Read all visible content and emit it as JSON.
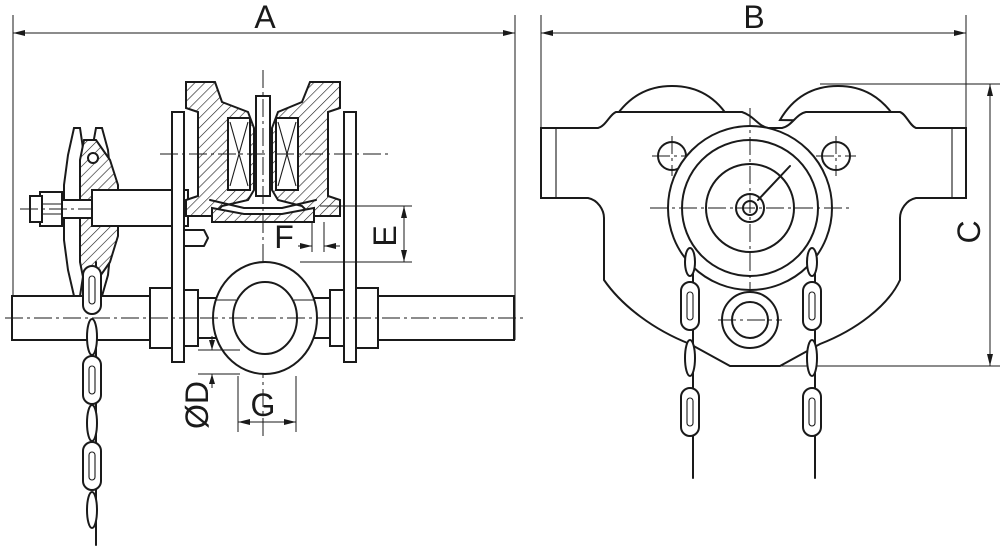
{
  "dimension_labels": {
    "a": "A",
    "b": "B",
    "c": "C",
    "d": "ØD",
    "e": "E",
    "f": "F",
    "g": "G"
  }
}
